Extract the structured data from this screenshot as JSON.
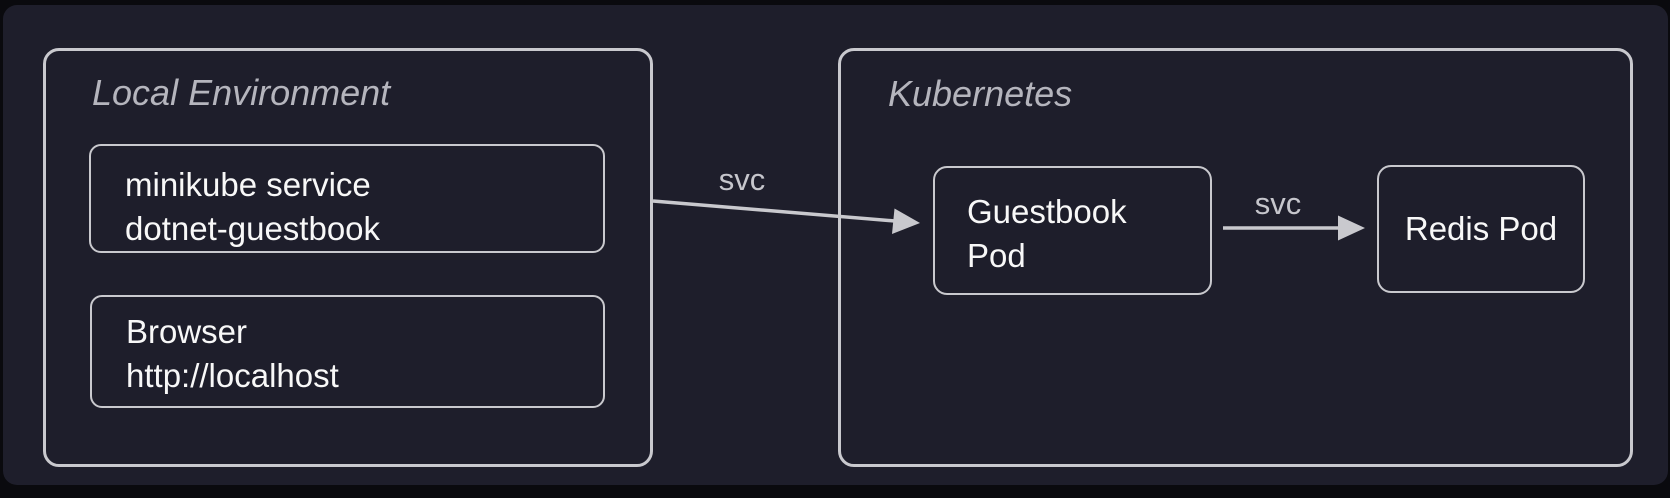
{
  "diagram": {
    "local": {
      "title": "Local Environment",
      "nodes": {
        "minikube": {
          "line1": "minikube service",
          "line2": "dotnet-guestbook"
        },
        "browser": {
          "line1": "Browser",
          "line2": "http://localhost"
        }
      }
    },
    "kubernetes": {
      "title": "Kubernetes",
      "nodes": {
        "guestbook": {
          "line1": "Guestbook",
          "line2": "Pod"
        },
        "redis": {
          "line1": "Redis Pod"
        }
      }
    },
    "edges": {
      "local_to_guestbook": {
        "label": "svc"
      },
      "guestbook_to_redis": {
        "label": "svc"
      }
    },
    "colors": {
      "background": "#0a0a0e",
      "panel": "#1e1e2b",
      "border": "#c9c9ce",
      "title_text": "#b5b5bd",
      "node_text": "#f8f8f8",
      "svc_text": "#c6c6cc",
      "arrow": "#c9c9ce"
    }
  }
}
